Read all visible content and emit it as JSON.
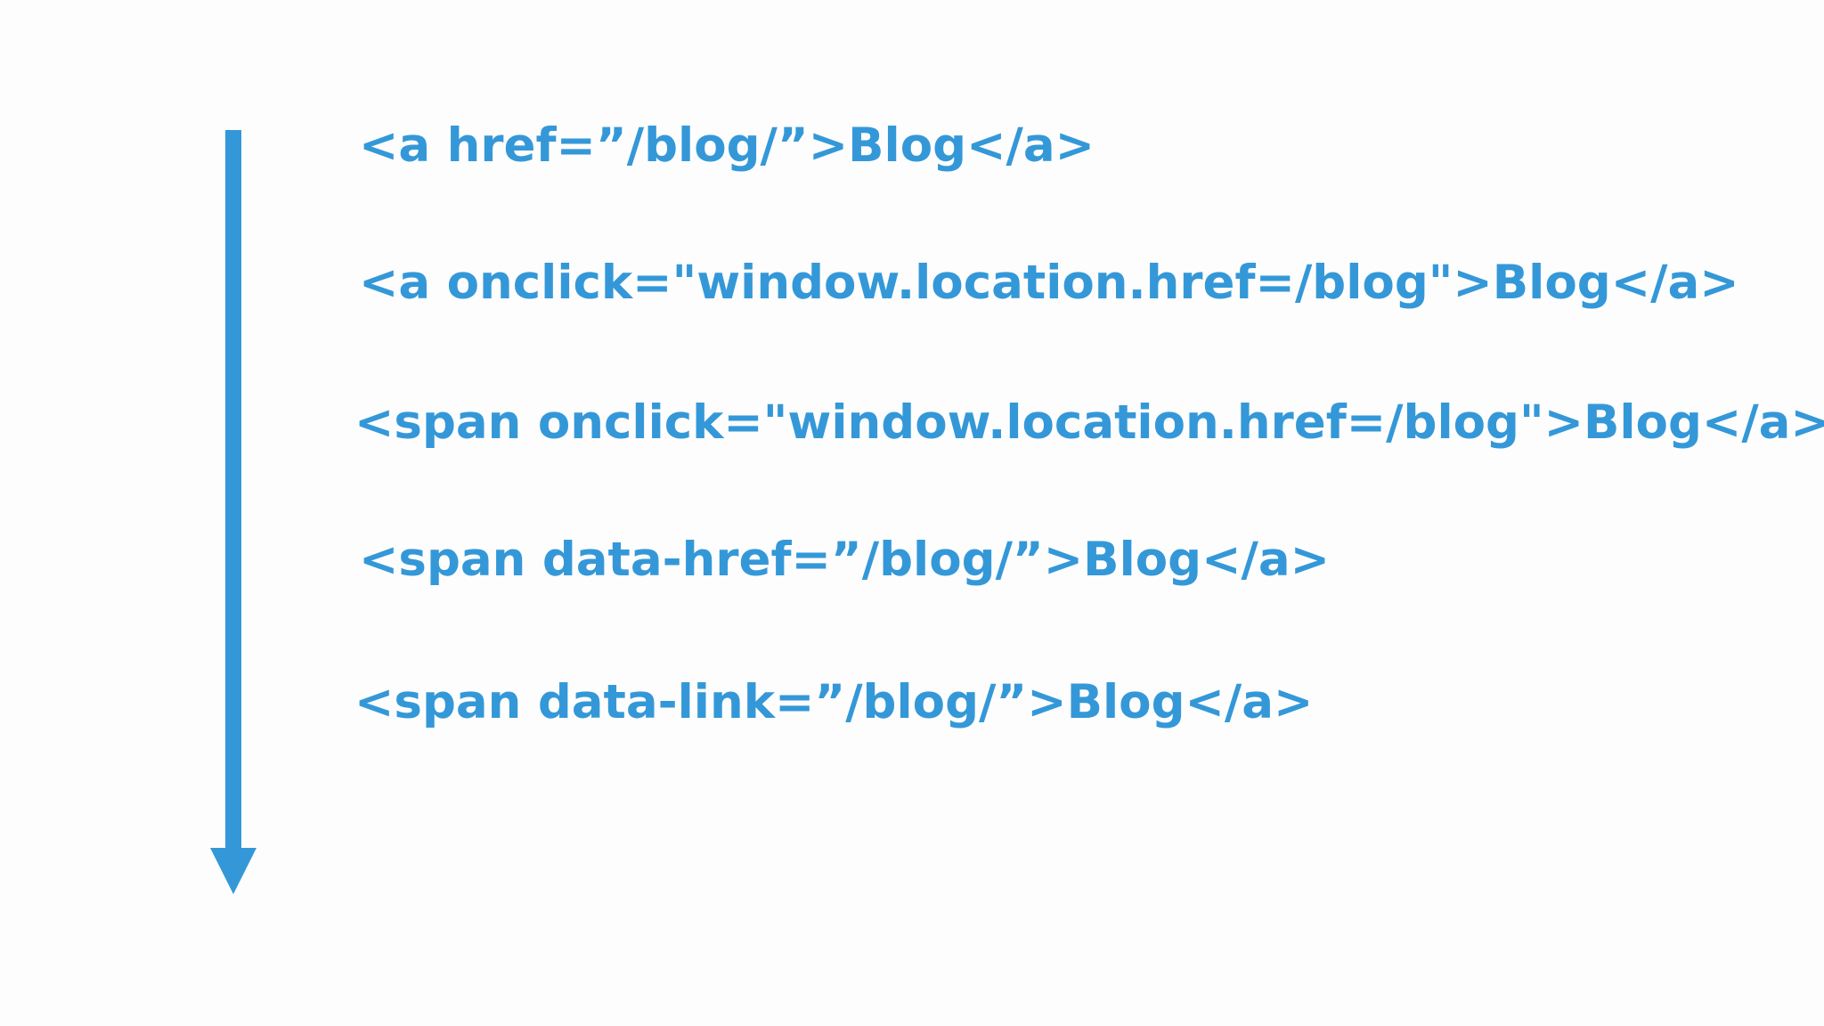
{
  "colors": {
    "accent": "#3498d8",
    "background": "#fdfdfd"
  },
  "arrow": {
    "icon": "down-arrow-icon",
    "direction": "down"
  },
  "code_lines": [
    "<a href=”/blog/”>Blog</a>",
    "<a onclick=\"window.location.href=/blog\">Blog</a>",
    "<span onclick=\"window.location.href=/blog\">Blog</a>",
    "<span data-href=”/blog/”>Blog</a>",
    "<span data-link=”/blog/”>Blog</a>"
  ]
}
